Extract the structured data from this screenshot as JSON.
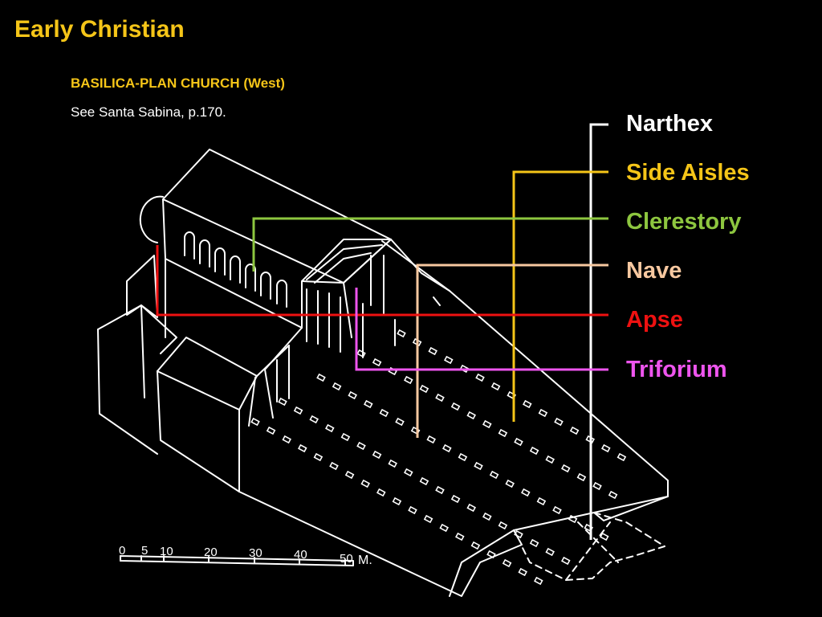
{
  "slide": {
    "title": "Early Christian",
    "subtitle": "BASILICA-PLAN CHURCH (West)",
    "reference": "See Santa Sabina, p.170."
  },
  "colors": {
    "title": "#f5c518",
    "subtitle": "#f5c518",
    "reference": "#ffffff",
    "drawing": "#ffffff"
  },
  "labels": [
    {
      "id": "narthex",
      "text": "Narthex",
      "color": "#ffffff"
    },
    {
      "id": "side-aisles",
      "text": "Side Aisles",
      "color": "#f5c518"
    },
    {
      "id": "clerestory",
      "text": "Clerestory",
      "color": "#8dc63f"
    },
    {
      "id": "nave",
      "text": "Nave",
      "color": "#f7c8a0"
    },
    {
      "id": "apse",
      "text": "Apse",
      "color": "#ee1111"
    },
    {
      "id": "triforium",
      "text": "Triforium",
      "color": "#ee55ee"
    }
  ],
  "scale_bar": {
    "ticks": [
      "0",
      "5",
      "10",
      "20",
      "30",
      "40",
      "50"
    ],
    "unit": "M."
  }
}
